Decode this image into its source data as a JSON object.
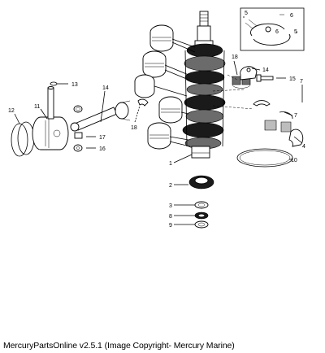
{
  "caption": "MercuryPartsOnline v2.5.1 (Image Copyright- Mercury Marine)",
  "callouts": {
    "c1": "1",
    "c2": "2",
    "c3": "3",
    "c4": "4",
    "c5a": "5",
    "c5b": "5",
    "c6a": "6",
    "c6b": "6",
    "c7a": "7",
    "c7b": "7",
    "c8": "8",
    "c9": "9",
    "c10": "10",
    "c11": "11",
    "c12": "12",
    "c13": "13",
    "c14a": "14",
    "c14b": "14",
    "c15": "15",
    "c16": "16",
    "c17": "17",
    "c18a": "18",
    "c18b": "18"
  }
}
